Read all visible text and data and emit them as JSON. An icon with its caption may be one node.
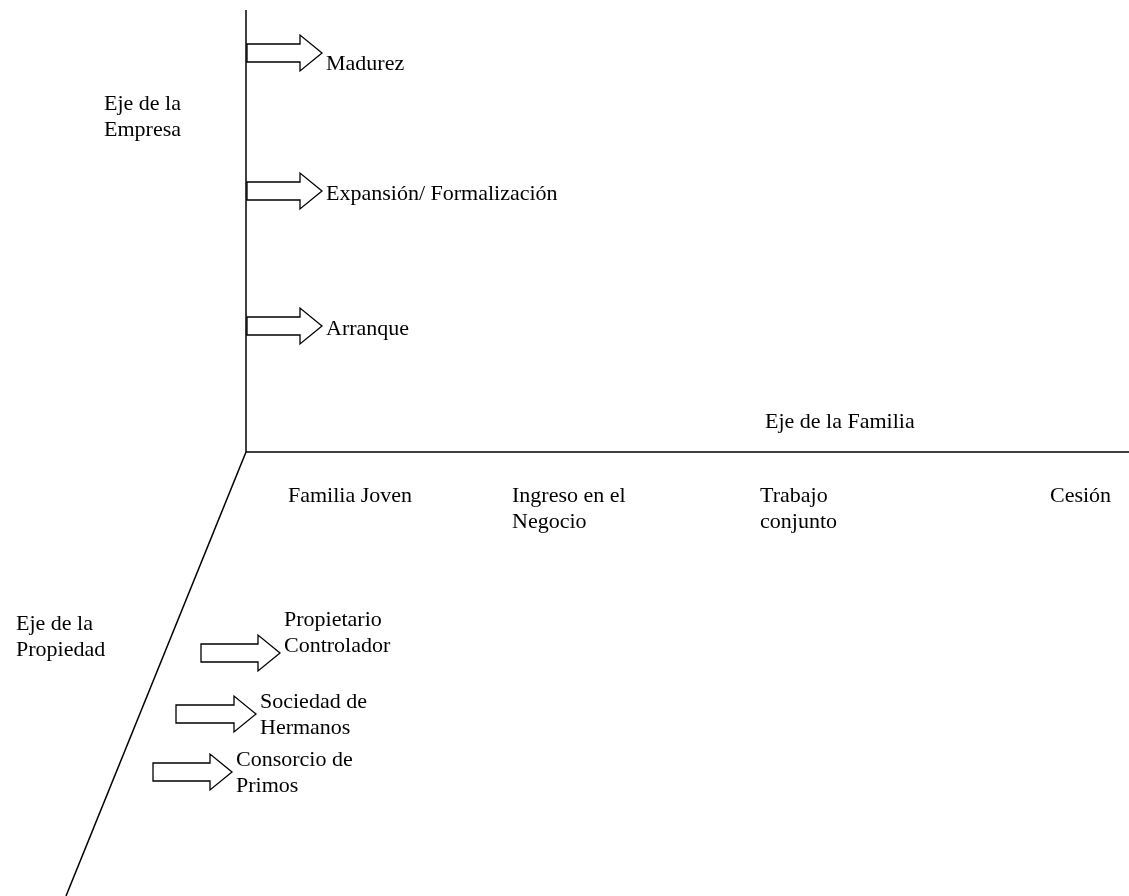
{
  "diagram": {
    "nodes": [
      {
        "text": [
          "Madurez"
        ]
      },
      {
        "text": [
          "Expansión/ Formalización"
        ]
      },
      {
        "text": [
          "Arranque"
        ]
      },
      {
        "text": [
          "Propietario Controlador"
        ]
      },
      {
        "text": [
          "Sociedad de Hermanos"
        ]
      },
      {
        "text": [
          "Consorcio de Primos"
        ]
      }
    ],
    "edges": [
      {
        "from": null,
        "to": 0,
        "arrow": "to"
      },
      {
        "from": null,
        "to": 1,
        "arrow": "to"
      },
      {
        "from": null,
        "to": 2,
        "arrow": "to"
      },
      {
        "from": null,
        "to": 3,
        "arrow": "to"
      },
      {
        "from": null,
        "to": 4,
        "arrow": "to"
      },
      {
        "from": null,
        "to": 5,
        "arrow": "to"
      }
    ],
    "labels": [
      "Eje de la Empresa",
      "Eje de la Familia",
      "Eje de la Propiedad",
      "Familia Joven",
      "Ingreso en el Negocio",
      "Trabajo conjunto",
      "Cesión"
    ]
  }
}
